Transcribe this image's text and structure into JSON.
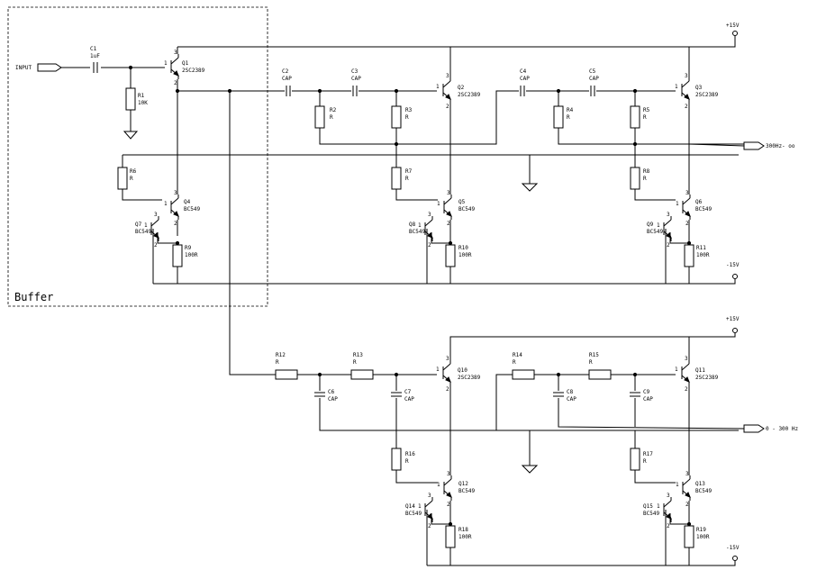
{
  "buffer_label": "Buffer",
  "input_label": "INPUT",
  "out_high": "300Hz- oo",
  "out_low": "0 - 300 Hz",
  "rails": [
    "+15V",
    "-15V",
    "+15V",
    "-15V"
  ],
  "caps": [
    {
      "ref": "C1",
      "val": "1uF"
    },
    {
      "ref": "C2",
      "val": "CAP"
    },
    {
      "ref": "C3",
      "val": "CAP"
    },
    {
      "ref": "C4",
      "val": "CAP"
    },
    {
      "ref": "C5",
      "val": "CAP"
    },
    {
      "ref": "C6",
      "val": "CAP"
    },
    {
      "ref": "C7",
      "val": "CAP"
    },
    {
      "ref": "C8",
      "val": "CAP"
    },
    {
      "ref": "C9",
      "val": "CAP"
    }
  ],
  "resistors": [
    {
      "ref": "R1",
      "val": "10K"
    },
    {
      "ref": "R2",
      "val": "R"
    },
    {
      "ref": "R3",
      "val": "R"
    },
    {
      "ref": "R4",
      "val": "R"
    },
    {
      "ref": "R5",
      "val": "R"
    },
    {
      "ref": "R6",
      "val": "R"
    },
    {
      "ref": "R7",
      "val": "R"
    },
    {
      "ref": "R8",
      "val": "R"
    },
    {
      "ref": "R9",
      "val": "100R"
    },
    {
      "ref": "R10",
      "val": "100R"
    },
    {
      "ref": "R11",
      "val": "100R"
    },
    {
      "ref": "R12",
      "val": "R"
    },
    {
      "ref": "R13",
      "val": "R"
    },
    {
      "ref": "R14",
      "val": "R"
    },
    {
      "ref": "R15",
      "val": "R"
    },
    {
      "ref": "R16",
      "val": "R"
    },
    {
      "ref": "R17",
      "val": "R"
    },
    {
      "ref": "R18",
      "val": "100R"
    },
    {
      "ref": "R19",
      "val": "100R"
    }
  ],
  "transistors": [
    {
      "ref": "Q1",
      "val": "2SC2389"
    },
    {
      "ref": "Q2",
      "val": "2SC2389"
    },
    {
      "ref": "Q3",
      "val": "2SC2389"
    },
    {
      "ref": "Q4",
      "val": "BC549"
    },
    {
      "ref": "Q5",
      "val": "BC549"
    },
    {
      "ref": "Q6",
      "val": "BC549"
    },
    {
      "ref": "Q7",
      "val": "BC549"
    },
    {
      "ref": "Q8",
      "val": "BC549"
    },
    {
      "ref": "Q9",
      "val": "BC549"
    },
    {
      "ref": "Q10",
      "val": "2SC2389"
    },
    {
      "ref": "Q11",
      "val": "2SC2389"
    },
    {
      "ref": "Q12",
      "val": "BC549"
    },
    {
      "ref": "Q13",
      "val": "BC549"
    },
    {
      "ref": "Q14",
      "val": "BC549"
    },
    {
      "ref": "Q15",
      "val": "BC549"
    }
  ],
  "pins": {
    "c": "3",
    "b": "1",
    "e": "2"
  }
}
